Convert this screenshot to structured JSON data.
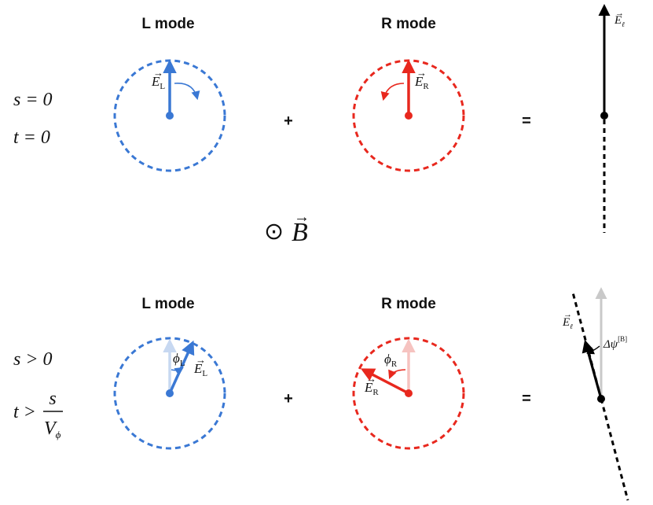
{
  "panels": {
    "top": {
      "left_header": "L mode",
      "right_header": "R mode",
      "condition_s": "s = 0",
      "condition_t": "t = 0",
      "plus": "+",
      "equals": "=",
      "vec_EL": "E",
      "vec_EL_sub": "L",
      "vec_ER": "E",
      "vec_ER_sub": "R",
      "vec_El": "E",
      "vec_El_sub": "ℓ"
    },
    "field": {
      "symbol": "⊙",
      "vec_B": "B"
    },
    "bottom": {
      "left_header": "L mode",
      "right_header": "R mode",
      "condition_s": "s > 0",
      "condition_t_lhs": "t >",
      "condition_t_num": "s",
      "condition_t_den": "V",
      "condition_t_den_sub": "ϕ",
      "plus": "+",
      "equals": "=",
      "phi_L": "ϕ",
      "phi_L_sub": "L",
      "phi_R": "ϕ",
      "phi_R_sub": "R",
      "vec_EL": "E",
      "vec_EL_sub": "L",
      "vec_ER": "E",
      "vec_ER_sub": "R",
      "vec_El": "E",
      "vec_El_sub": "ℓ",
      "delta_psi": "Δψ",
      "delta_psi_sup": "[B]"
    }
  },
  "colors": {
    "l_mode": "#3a78d4",
    "l_mode_faint": "#c7d8f1",
    "r_mode": "#e8281e",
    "r_mode_faint": "#f6c3c0",
    "resultant": "#000000",
    "reference": "#c9c9c9"
  }
}
